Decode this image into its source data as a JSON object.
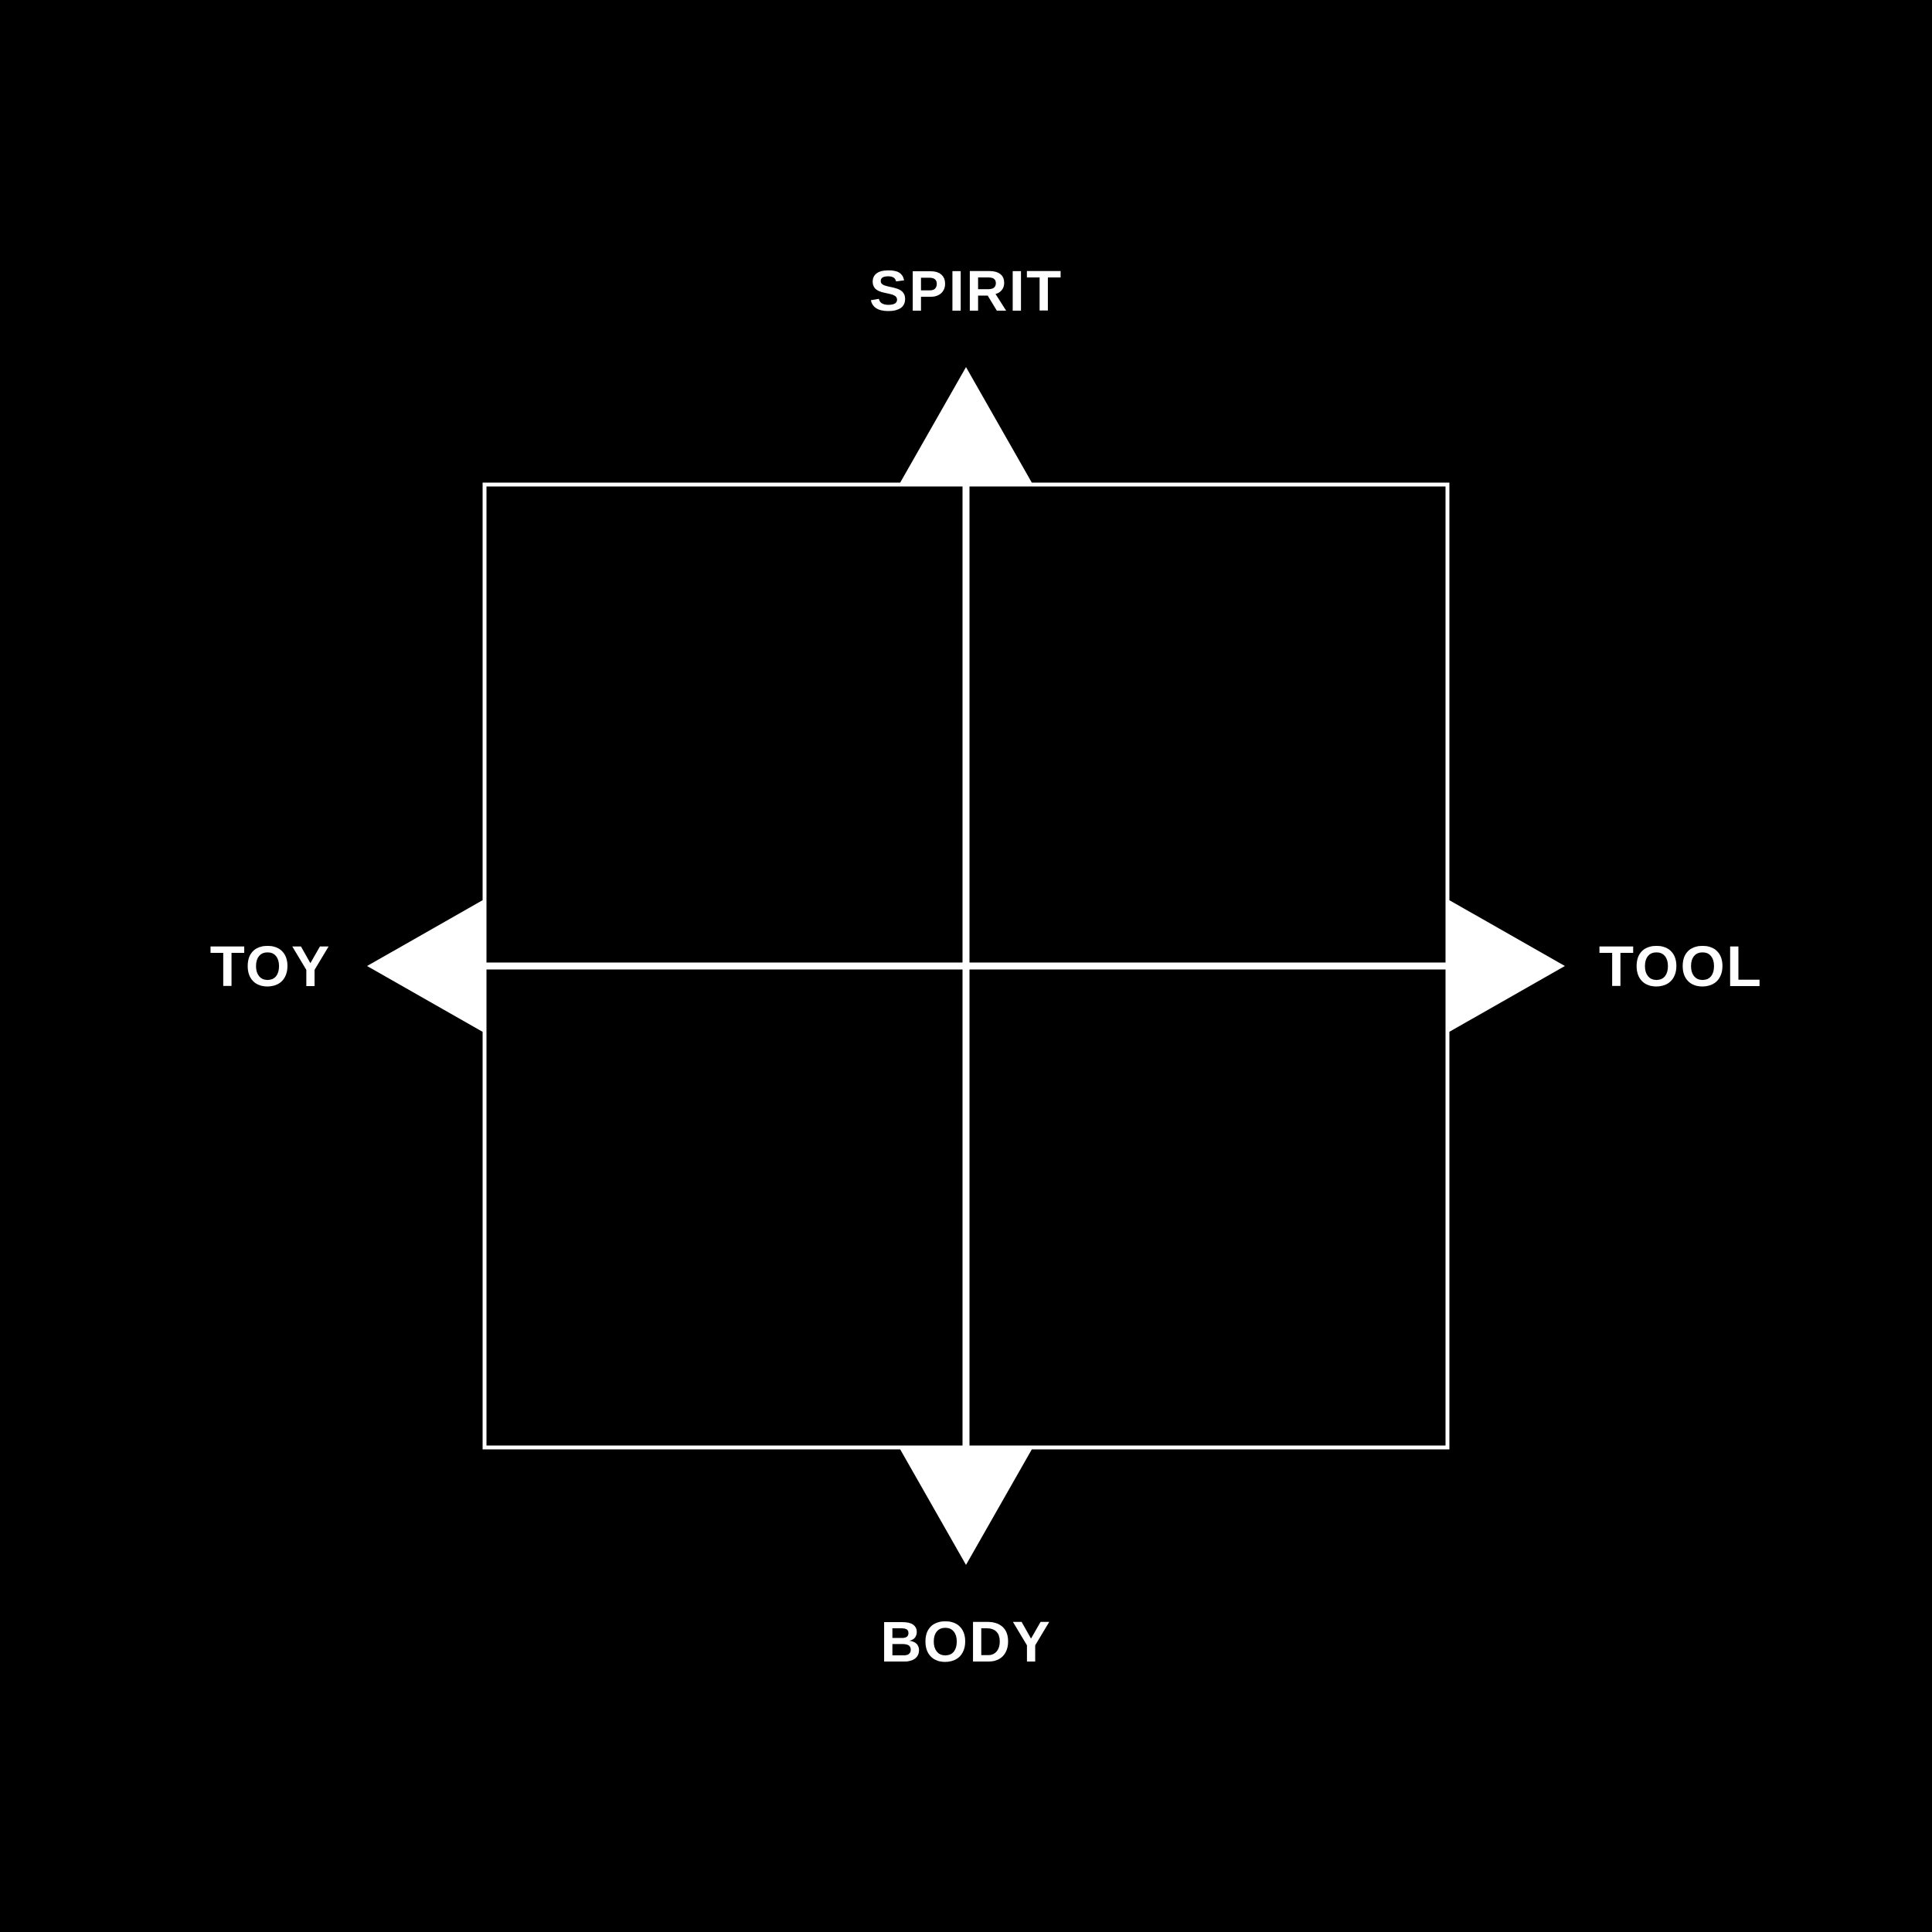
{
  "diagram": {
    "background_color": "#000000",
    "line_color": "#FFFFFF",
    "labels": {
      "top": "SPIRIT",
      "bottom": "BODY",
      "left": "TOY",
      "right": "TOOL"
    },
    "quadrants": [
      {
        "position": "top-left",
        "text": ""
      },
      {
        "position": "top-right",
        "text": ""
      },
      {
        "position": "bottom-left",
        "text": ""
      },
      {
        "position": "bottom-right",
        "text": ""
      }
    ]
  }
}
